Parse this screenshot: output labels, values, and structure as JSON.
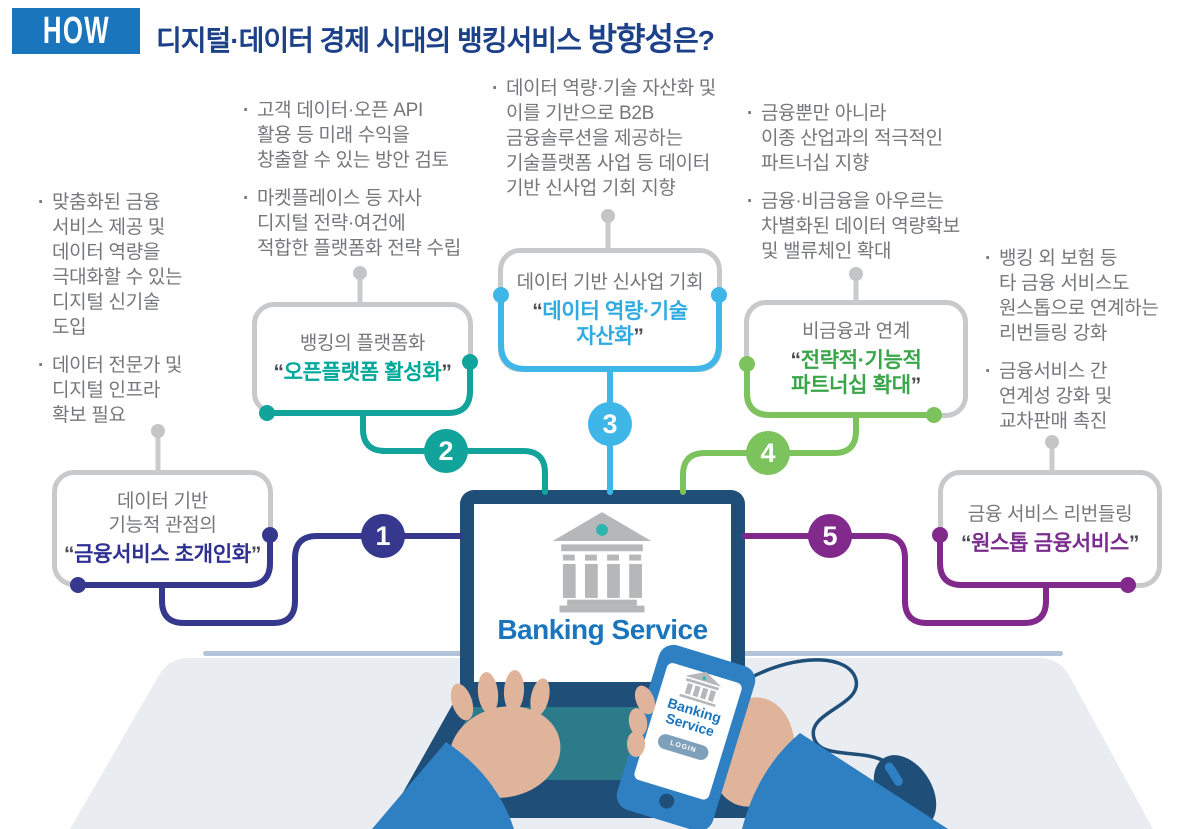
{
  "header": {
    "badge": "HOW",
    "title": "디지털·데이터 경제 시대의 뱅킹서비스 ",
    "title_emphasis": "방향성",
    "title_suffix": "은?"
  },
  "palette": {
    "brand_blue": "#1b75bc",
    "title_navy": "#1c4189",
    "gray_text": "#76777a",
    "box_border_gray": "#c7c9cb",
    "laptop_navy": "#1f4e78",
    "desk_gray": "#e9edf1"
  },
  "quotes": {
    "open": "“",
    "close": "”"
  },
  "center": {
    "laptop_label": "Banking Service",
    "phone_label": "Banking\nService",
    "phone_button": "LOGIN"
  },
  "branches": [
    {
      "number": "1",
      "color": "#35388d",
      "accent_color": "#2e3192",
      "title": "데이터 기반\n기능적 관점의",
      "quote": "금융서비스 초개인화",
      "bullets": [
        "맞춤화된 금융\n서비스 제공 및\n데이터 역량을\n극대화할 수 있는\n디지털 신기술\n도입",
        "데이터 전문가 및\n디지털 인프라\n확보 필요"
      ]
    },
    {
      "number": "2",
      "color": "#12a39b",
      "accent_color": "#00a79b",
      "title": "뱅킹의 플랫폼화",
      "quote": "오픈플랫폼 활성화",
      "bullets": [
        "고객 데이터·오픈 API\n활용 등 미래 수익을\n창출할 수 있는 방안 검토",
        "마켓플레이스 등 자사\n디지털 전략·여건에\n적합한 플랫폼화 전략 수립"
      ]
    },
    {
      "number": "3",
      "color": "#3fb6e8",
      "accent_color": "#2fabe1",
      "title": "데이터 기반 신사업 기회",
      "quote": "데이터 역량·기술\n자산화",
      "bullets": [
        "데이터 역량·기술 자산화 및\n이를 기반으로 B2B\n금융솔루션을 제공하는\n기술플랫폼 사업 등 데이터\n기반 신사업 기회 지향"
      ]
    },
    {
      "number": "4",
      "color": "#7cc35d",
      "accent_color": "#3aa64a",
      "title": "비금융과 연계",
      "quote": "전략적·기능적\n파트너십 확대",
      "bullets": [
        "금융뿐만 아니라\n이종 산업과의 적극적인\n파트너십 지향",
        "금융·비금융을 아우르는\n차별화된 데이터 역량확보\n및 밸류체인 확대"
      ]
    },
    {
      "number": "5",
      "color": "#812a8c",
      "accent_color": "#7b2d8e",
      "title": "금융 서비스 리번들링",
      "quote": "원스톱 금융서비스",
      "bullets": [
        "뱅킹 외 보험 등\n타 금융 서비스도\n원스톱으로 연계하는\n리번들링 강화",
        "금융서비스 간\n연계성 강화 및\n교차판매 촉진"
      ]
    }
  ]
}
